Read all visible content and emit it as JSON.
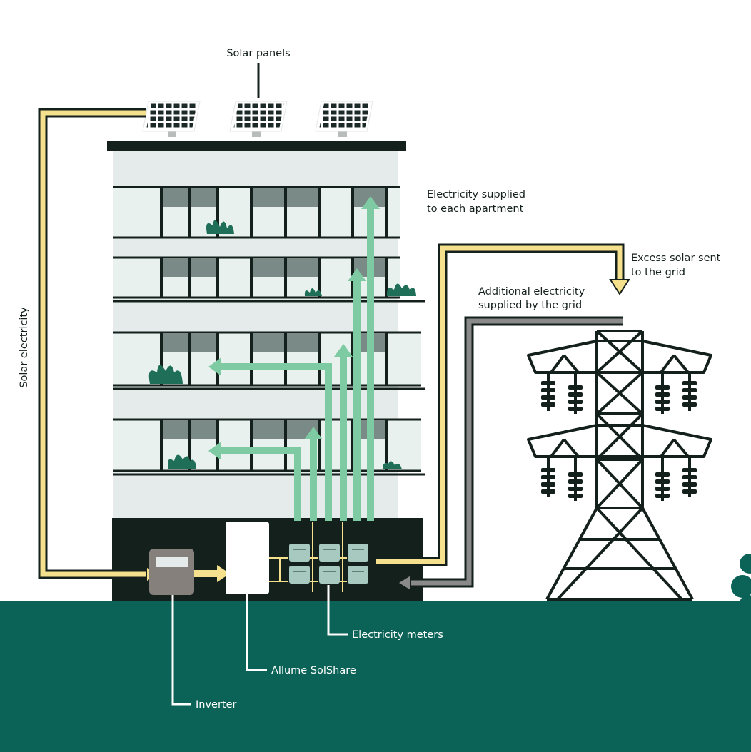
{
  "labels": {
    "solar_panels": "Solar panels",
    "solar_electricity": "Solar electricity",
    "supplied_line1": "Electricity supplied",
    "supplied_line2": "to each apartment",
    "excess_line1": "Excess solar sent",
    "excess_line2": "to the grid",
    "additional_line1": "Additional electricity",
    "additional_line2": "supplied by the grid",
    "meters": "Electricity meters",
    "solshare": "Allume SolShare",
    "inverter": "Inverter"
  },
  "colors": {
    "ground": "#0b6256",
    "dark": "#14201b",
    "solar_line": "#f5e08e",
    "grid_line": "#8a8a8a",
    "apartment_flow": "#7ecaa2",
    "facade": "#e4ebea",
    "window": "#e9f1ef",
    "window_shade": "#7a8a86",
    "plant": "#1e6e58",
    "inverter": "#85807c",
    "meter": "#a7c9bf"
  },
  "icons": [
    "solar-panel-icon",
    "transmission-tower-icon",
    "plant-icon",
    "meter-icon",
    "inverter-icon"
  ]
}
